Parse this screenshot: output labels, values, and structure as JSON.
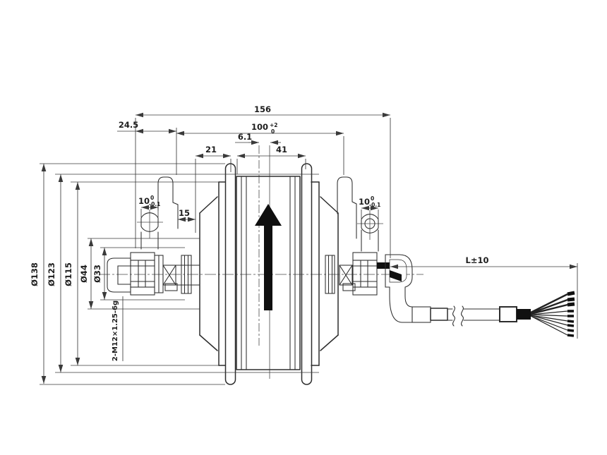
{
  "drawing": {
    "type": "engineering-drawing",
    "subject": "hub-motor-side-section-with-cable",
    "colors": {
      "line": "#2d2d2d",
      "dim_line": "#3a3a3a",
      "text": "#1d1d1d",
      "solid_fill": "#111111",
      "background": "#ffffff"
    },
    "dimensions": {
      "overall_length": "156",
      "left_end_to_dropout": "24.5",
      "dropout_spacing": {
        "value": "100",
        "upper": "+2",
        "lower": "0"
      },
      "center_offset": "6.1",
      "flange_left": "21",
      "flange_right": "41",
      "dropout_inset": "15",
      "axle_flat_left": {
        "value": "10",
        "upper": "0",
        "lower": "-0.1"
      },
      "axle_flat_right": {
        "value": "10",
        "upper": "0",
        "lower": "-0.1"
      },
      "dia_shell": "Ø138",
      "dia_body": "Ø123",
      "dia_cover": "Ø115",
      "dia_freewheel_boss": "Ø44",
      "dia_freewheel": "Ø33",
      "axle_thread": "2-M12×1.25-6g",
      "cable_length": "L±10"
    }
  }
}
